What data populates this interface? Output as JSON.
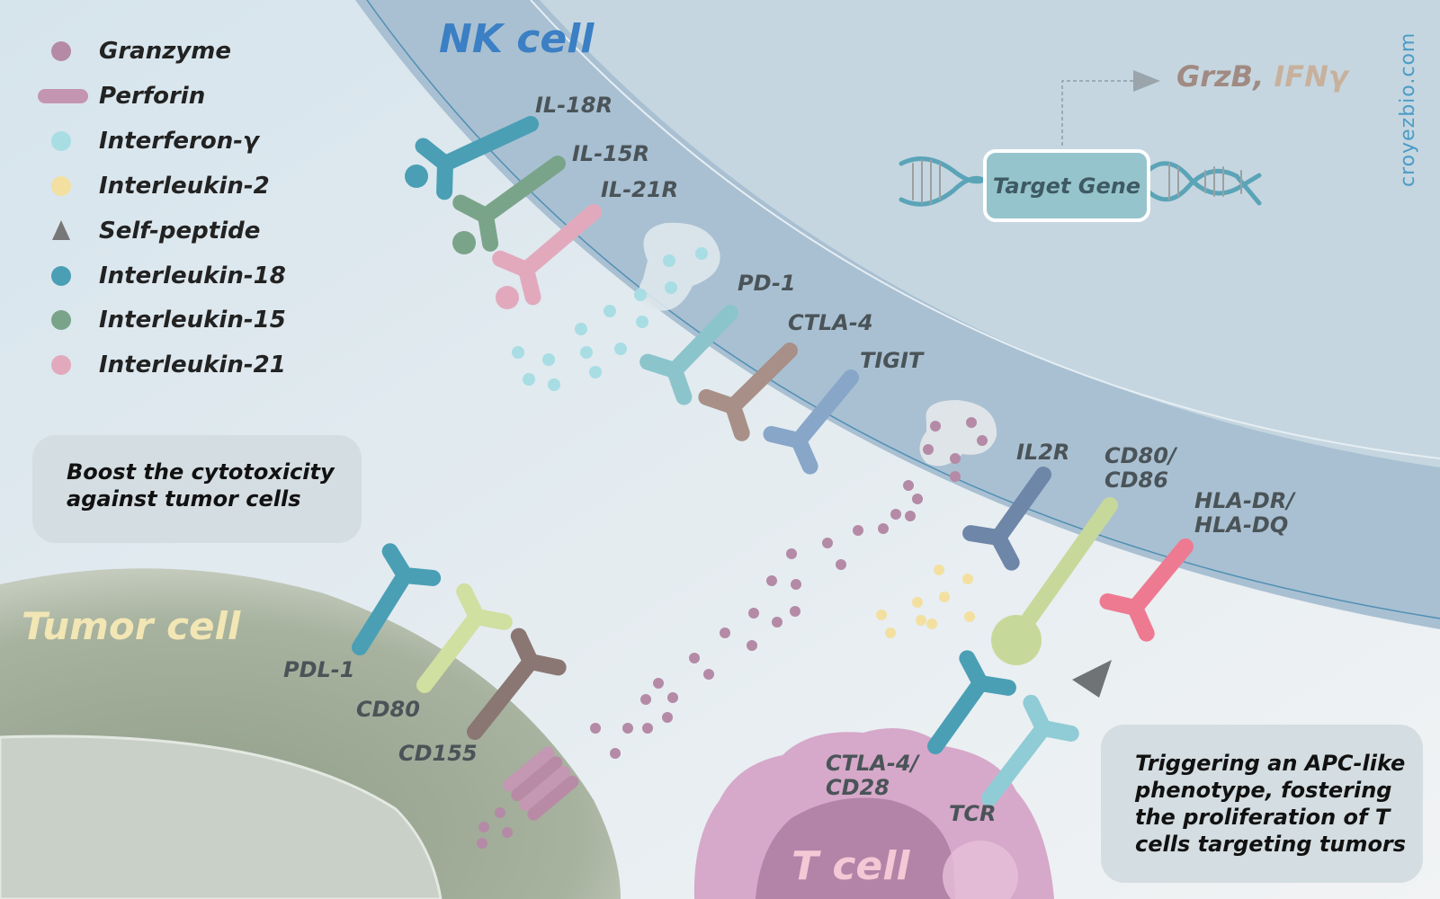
{
  "legend": {
    "items": [
      {
        "label": "Granzyme",
        "icon": "granzyme-dot-icon",
        "color": "#b48aa6",
        "shape": "dot"
      },
      {
        "label": "Perforin",
        "icon": "perforin-bar-icon",
        "color": "#c495b0",
        "shape": "bar"
      },
      {
        "label": "Interferon-γ",
        "icon": "interferon-dot-icon",
        "color": "#a8dde4",
        "shape": "dot"
      },
      {
        "label": "Interleukin-2",
        "icon": "interleukin2-dot-icon",
        "color": "#f3e0a0",
        "shape": "dot"
      },
      {
        "label": "Self-peptide",
        "icon": "self-peptide-triangle-icon",
        "color": "#777777",
        "shape": "tri"
      },
      {
        "label": "Interleukin-18",
        "icon": "interleukin18-dot-icon",
        "color": "#4a9fb5",
        "shape": "dot"
      },
      {
        "label": "Interleukin-15",
        "icon": "interleukin15-dot-icon",
        "color": "#7aa48a",
        "shape": "dot"
      },
      {
        "label": "Interleukin-21",
        "icon": "interleukin21-dot-icon",
        "color": "#e2a9bd",
        "shape": "dot"
      }
    ]
  },
  "cells": {
    "nk": {
      "title": "NK cell",
      "color": "#3b7fc4"
    },
    "tumor": {
      "title": "Tumor cell",
      "color": "#f1e6b4"
    },
    "t": {
      "title": "T cell",
      "color": "#f4c8d5"
    }
  },
  "boxes": {
    "left": "Boost the cytotoxicity\nagainst tumor cells",
    "right": "Triggering an APC-like\nphenotype, fostering\nthe proliferation of T\ncells targeting tumors"
  },
  "gene": {
    "target": "Target Gene",
    "out_a": "GrzB, ",
    "out_b": "IFNγ",
    "out_a_color": "#a08a82",
    "out_b_color": "#c7b19c"
  },
  "watermark": "croyezbio.com",
  "receptors": {
    "il18r": "IL-18R",
    "il15r": "IL-15R",
    "il21r": "IL-21R",
    "pd1": "PD-1",
    "ctla4": "CTLA-4",
    "tigit": "TIGIT",
    "il2r": "IL2R",
    "cd80cd86": "CD80/\nCD86",
    "hla": "HLA-DR/\nHLA-DQ",
    "pdl1": "PDL-1",
    "cd80": "CD80",
    "cd155": "CD155",
    "ctla4cd28": "CTLA-4/\nCD28",
    "tcr": "TCR"
  },
  "colors": {
    "il18": "#4a9fb5",
    "il15": "#7aa48a",
    "il21": "#e2a9bd",
    "pd1": "#8cc4cc",
    "ctla4": "#a89088",
    "tigit": "#88a6c8",
    "il2r": "#6e86a8",
    "cd80cd86": "#c7d99a",
    "hla": "#ee7a92",
    "pdl1": "#4a9fb5",
    "cd80": "#cfe0a0",
    "cd155": "#8a7672",
    "ctla4cd28": "#4a9fb5",
    "tcr": "#90ccd6"
  }
}
